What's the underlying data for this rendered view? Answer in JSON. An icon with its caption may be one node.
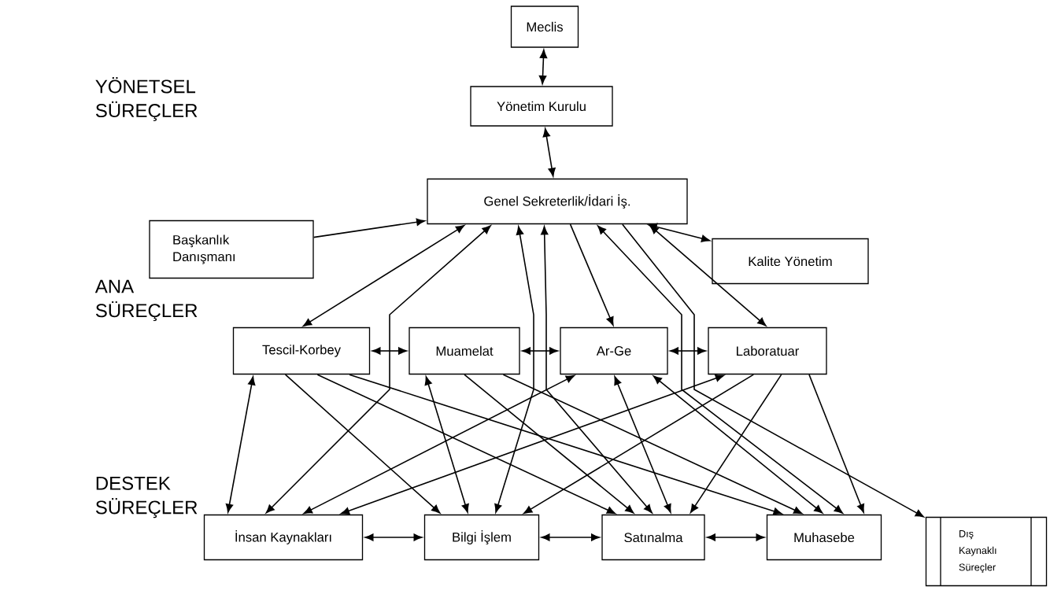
{
  "diagram": {
    "nodes": [
      {
        "text": [
          "Meclis"
        ]
      },
      {
        "text": [
          "Yönetim Kurulu"
        ]
      },
      {
        "text": [
          "Genel Sekreterlik/İdari İş."
        ]
      },
      {
        "text": [
          "Başkanlık Danışmanı"
        ]
      },
      {
        "text": [
          "Kalite Yönetim"
        ]
      },
      {
        "text": [
          "Tescil-Korbey"
        ]
      },
      {
        "text": [
          "Muamelat"
        ]
      },
      {
        "text": [
          "Ar-Ge"
        ]
      },
      {
        "text": [
          "Laboratuar"
        ]
      },
      {
        "text": [
          "İnsan Kaynakları"
        ]
      },
      {
        "text": [
          "Bilgi İşlem"
        ]
      },
      {
        "text": [
          "Satınalma"
        ]
      },
      {
        "text": [
          "Muhasebe"
        ]
      },
      {
        "text": [
          "Dış Kaynaklı Süreçler"
        ]
      }
    ],
    "edges": [
      {
        "from": 0,
        "to": 1,
        "arrow": "both"
      },
      {
        "from": 1,
        "to": 2,
        "arrow": "both"
      },
      {
        "from": 3,
        "to": 2,
        "arrow": "to"
      },
      {
        "from": 2,
        "to": 4,
        "arrow": "both"
      },
      {
        "from": 2,
        "to": 5,
        "arrow": "both"
      },
      {
        "from": 2,
        "to": 7,
        "arrow": "to"
      },
      {
        "from": 2,
        "to": 8,
        "arrow": "both"
      },
      {
        "from": 5,
        "to": 6,
        "arrow": "both"
      },
      {
        "from": 6,
        "to": 7,
        "arrow": "both"
      },
      {
        "from": 7,
        "to": 8,
        "arrow": "both"
      },
      {
        "from": 2,
        "to": 9,
        "arrow": "both"
      },
      {
        "from": 2,
        "to": 10,
        "arrow": "both"
      },
      {
        "from": 2,
        "to": 11,
        "arrow": "both"
      },
      {
        "from": 2,
        "to": 12,
        "arrow": "both"
      },
      {
        "from": 2,
        "to": 13,
        "arrow": "to"
      },
      {
        "from": 5,
        "to": 9,
        "arrow": "both"
      },
      {
        "from": 5,
        "to": 10,
        "arrow": "to"
      },
      {
        "from": 5,
        "to": 11,
        "arrow": "to"
      },
      {
        "from": 5,
        "to": 12,
        "arrow": "to"
      },
      {
        "from": 6,
        "to": 10,
        "arrow": "both"
      },
      {
        "from": 6,
        "to": 11,
        "arrow": "to"
      },
      {
        "from": 6,
        "to": 12,
        "arrow": "to"
      },
      {
        "from": 7,
        "to": 9,
        "arrow": "both"
      },
      {
        "from": 7,
        "to": 11,
        "arrow": "both"
      },
      {
        "from": 7,
        "to": 12,
        "arrow": "both"
      },
      {
        "from": 8,
        "to": 9,
        "arrow": "both"
      },
      {
        "from": 8,
        "to": 10,
        "arrow": "to"
      },
      {
        "from": 8,
        "to": 11,
        "arrow": "to"
      },
      {
        "from": 8,
        "to": 12,
        "arrow": "to"
      },
      {
        "from": 9,
        "to": 10,
        "arrow": "both"
      },
      {
        "from": 10,
        "to": 11,
        "arrow": "both"
      },
      {
        "from": 11,
        "to": 12,
        "arrow": "both"
      }
    ],
    "labels": [
      "YÖNETSEL SÜREÇLER",
      "ANA SÜREÇLER",
      "DESTEK SÜREÇLER"
    ]
  }
}
